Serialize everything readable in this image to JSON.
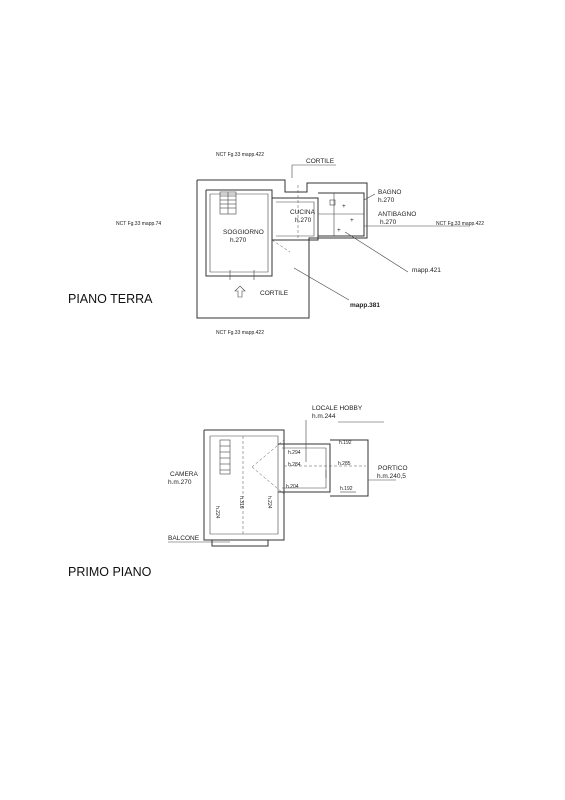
{
  "ground_floor": {
    "title": "PIANO TERRA",
    "nct_top": "NCT Fg.33 mapp.422",
    "nct_left": "NCT Fg.33 mapp.74",
    "nct_right": "NCT Fg.33 mapp.422",
    "nct_bottom": "NCT Fg.33 mapp.422",
    "cortile_top": "CORTILE",
    "cortile_bottom": "CORTILE",
    "bagno": "BAGNO",
    "bagno_h": "h.270",
    "antibagno": "ANTIBAGNO",
    "antibagno_h": "h.270",
    "cucina": "CUCINA",
    "cucina_h": "h.270",
    "soggiorno": "SOGGIORNO",
    "soggiorno_h": "h.270",
    "mapp421": "mapp.421",
    "mapp381": "mapp.381"
  },
  "first_floor": {
    "title": "PRIMO PIANO",
    "locale_hobby": "LOCALE HOBBY",
    "locale_hobby_h": "h.m.244",
    "camera": "CAMERA",
    "camera_h": "h.m.270",
    "portico": "PORTICO",
    "portico_h": "h.m.240,5",
    "balcone": "BALCONE",
    "h224a": "h.224",
    "h316": "h.316",
    "h224b": "h.224",
    "h294a": "h.294",
    "h284": "h.284",
    "h204": "h.204",
    "h285": "h.285",
    "h192a": "h.192",
    "h192b": "h.192"
  }
}
